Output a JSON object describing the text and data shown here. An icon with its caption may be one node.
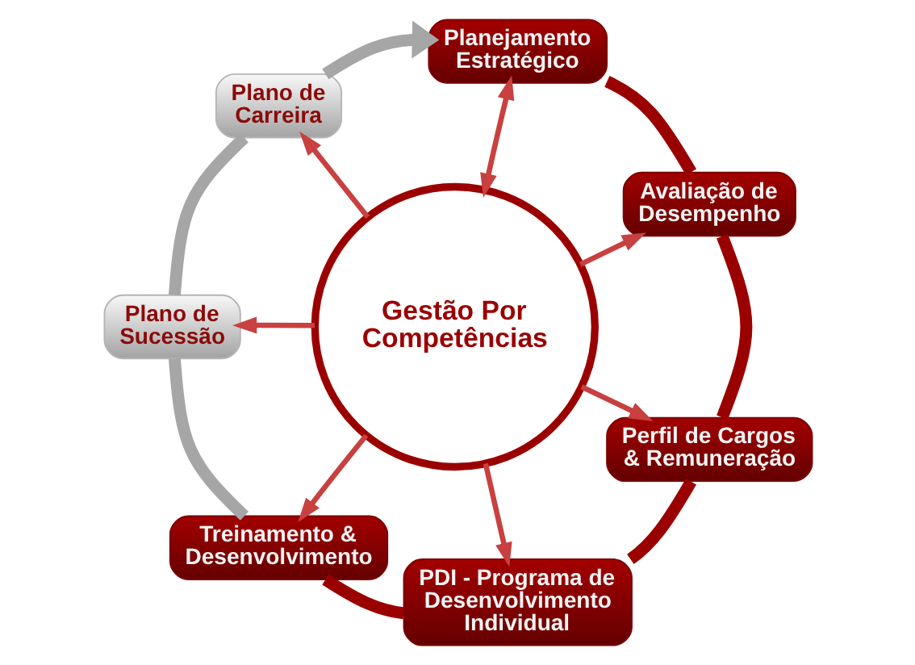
{
  "diagram": {
    "nodes": [
      {
        "text": [
          "Planejamento Estratégico"
        ]
      },
      {
        "text": [
          "Plano de Carreira"
        ]
      },
      {
        "text": [
          "Avaliação de Desempenho"
        ]
      },
      {
        "text": [
          "Plano de Sucessão"
        ]
      },
      {
        "text": [
          "Gestão Por Competências"
        ]
      },
      {
        "text": [
          "Perfil de Cargos & Remuneração"
        ]
      },
      {
        "text": [
          "Treinamento & Desenvolvimento"
        ]
      },
      {
        "text": [
          "PDI - Programa de Desenvolvimento Individual"
        ]
      }
    ],
    "edges": [
      {
        "from": 4,
        "to": 0,
        "arrow": "both"
      },
      {
        "from": 4,
        "to": 2,
        "arrow": "to"
      },
      {
        "from": 4,
        "to": 5,
        "arrow": "to"
      },
      {
        "from": 4,
        "to": 7,
        "arrow": "to"
      },
      {
        "from": 4,
        "to": 6,
        "arrow": "to"
      },
      {
        "from": 4,
        "to": 3,
        "arrow": "to"
      },
      {
        "from": 4,
        "to": 1,
        "arrow": "to"
      },
      {
        "from": 0,
        "to": 2,
        "arrow": "none",
        "style": "thick",
        "color": "#9b0000"
      },
      {
        "from": 2,
        "to": 5,
        "arrow": "none",
        "style": "thick",
        "color": "#9b0000"
      },
      {
        "from": 5,
        "to": 7,
        "arrow": "none",
        "style": "thick",
        "color": "#9b0000"
      },
      {
        "from": 7,
        "to": 6,
        "arrow": "none",
        "style": "thick",
        "color": "#9b0000"
      },
      {
        "from": 6,
        "to": 3,
        "arrow": "none",
        "style": "thick",
        "color": "#a6a6a6"
      },
      {
        "from": 3,
        "to": 1,
        "arrow": "none",
        "style": "thick",
        "color": "#a6a6a6"
      },
      {
        "from": 1,
        "to": 0,
        "arrow": "to",
        "style": "thick",
        "color": "#a6a6a6"
      }
    ]
  }
}
